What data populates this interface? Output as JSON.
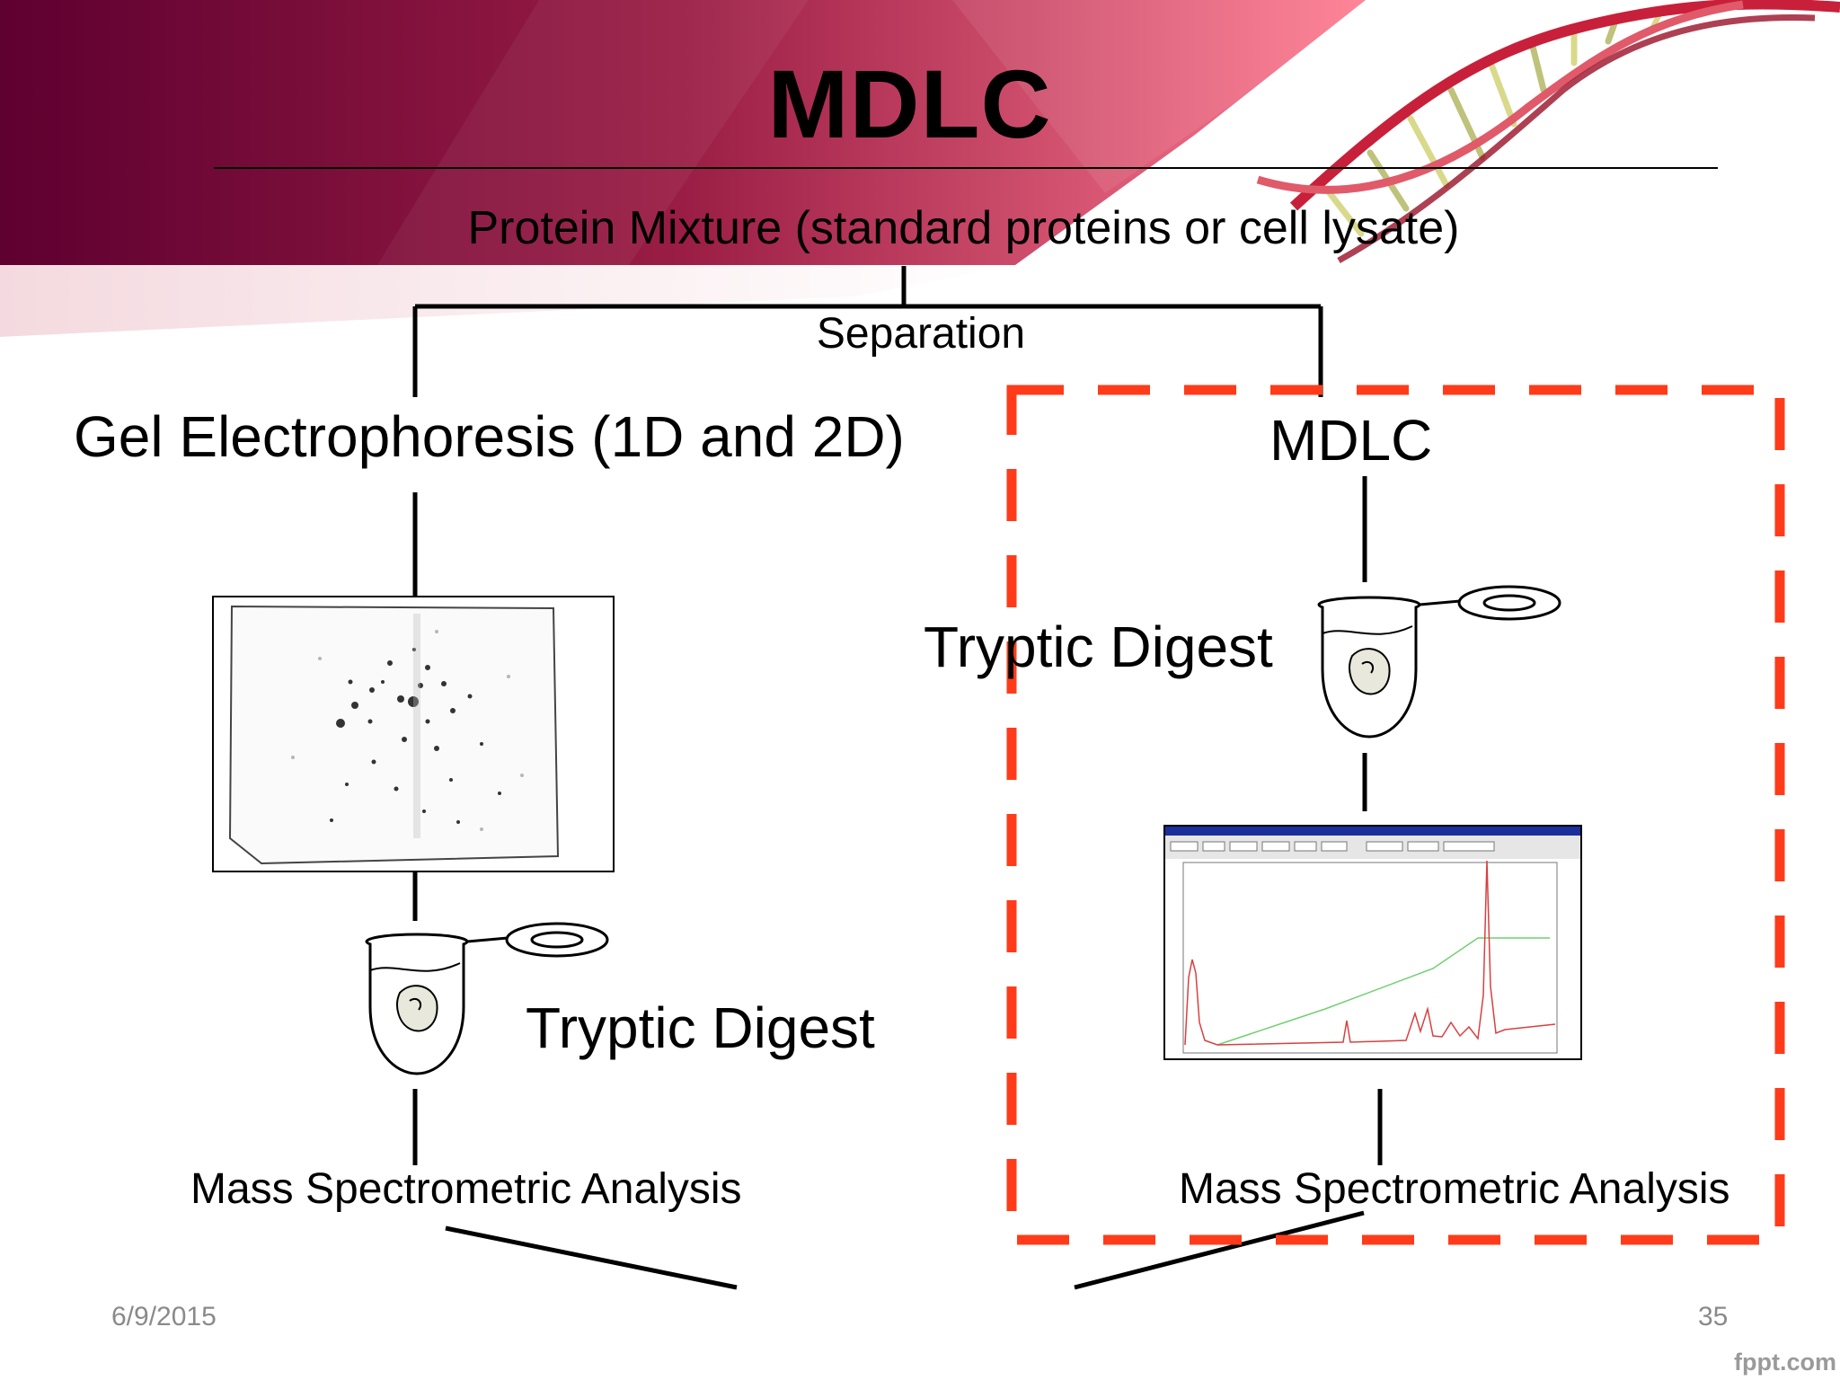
{
  "slide": {
    "title": "MDLC",
    "top_node": "Protein Mixture (standard proteins or cell lysate)",
    "branch_label": "Separation",
    "left_branch": {
      "label": "Gel Electrophoresis (1D and 2D)",
      "digest_label": "Tryptic Digest",
      "analysis_label": "Mass Spectrometric Analysis"
    },
    "right_branch": {
      "label": "MDLC",
      "digest_label": "Tryptic Digest",
      "analysis_label": "Mass Spectrometric Analysis"
    },
    "footer": {
      "date": "6/9/2015",
      "page_number": "35",
      "watermark": "fppt.com"
    }
  },
  "colors": {
    "banner_dark": "#5e0030",
    "banner_mid": "#9a1d45",
    "banner_light": "#e04a6a",
    "highlight_box": "#ff3b1a",
    "line": "#000000",
    "footer_text": "#8a8a8a"
  },
  "icons": [
    "dna-helix-icon",
    "gel-image",
    "microtube-icon",
    "chromatogram-screenshot"
  ]
}
